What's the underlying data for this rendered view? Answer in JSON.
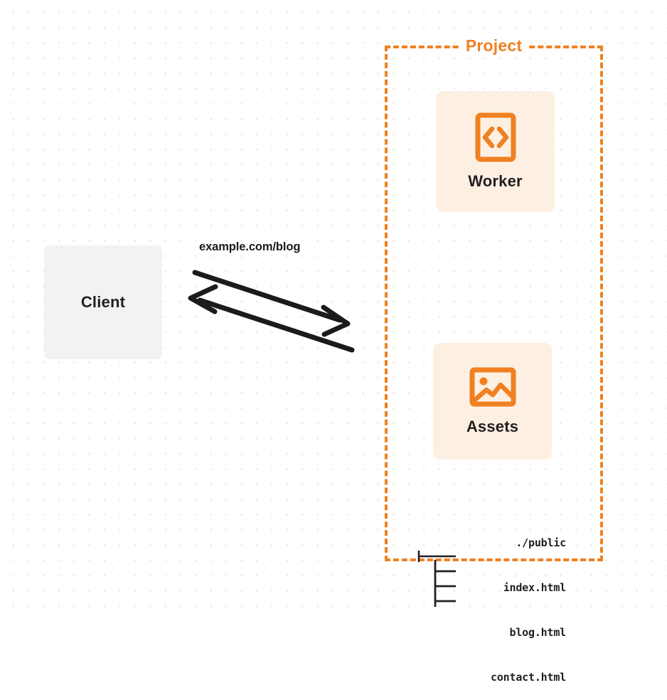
{
  "diagram": {
    "title_not_shown": "",
    "client": {
      "label": "Client",
      "icon": "client-box-icon"
    },
    "connection": {
      "label": "example.com/blog",
      "request_arrow": "arrow-right-icon",
      "response_arrow": "arrow-left-icon"
    },
    "project": {
      "label": "Project",
      "border_color": "#f08020",
      "nodes": [
        {
          "label": "Worker",
          "icon": "code-brackets-icon",
          "background": "#fdf0e3"
        },
        {
          "label": "Assets",
          "icon": "image-icon",
          "background": "#fdf0e3"
        }
      ],
      "file_tree": {
        "root": "./public",
        "root_connector": "├────",
        "children": [
          {
            "connector": "|__",
            "name": "index.html"
          },
          {
            "connector": "|__",
            "name": "blog.html"
          },
          {
            "connector": "|__",
            "name": "contact.html"
          }
        ]
      }
    },
    "colors": {
      "accent_orange": "#f08020",
      "card_cream": "#fdf0e3",
      "client_gray": "#f1f2f4",
      "text_dark": "#231f20",
      "grid_dot": "#e9eaec"
    }
  }
}
